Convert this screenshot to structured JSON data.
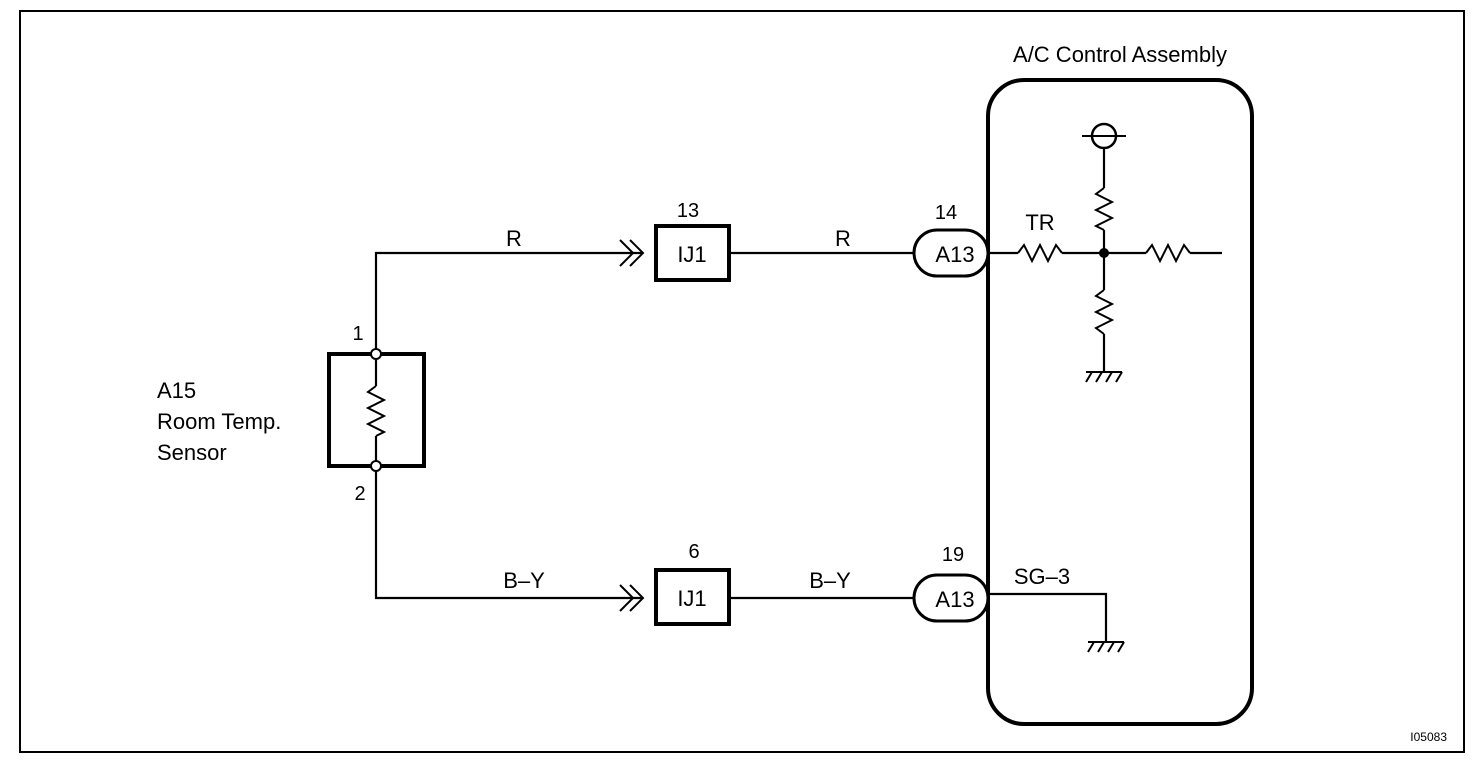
{
  "assembly": {
    "title": "A/C Control Assembly"
  },
  "sensor": {
    "code": "A15",
    "name_line1": "Room Temp.",
    "name_line2": "Sensor",
    "pin_top": "1",
    "pin_bottom": "2"
  },
  "wires": {
    "top_color_1": "R",
    "top_color_2": "R",
    "bottom_color_1": "B–Y",
    "bottom_color_2": "B–Y"
  },
  "junctions": {
    "top": {
      "label": "IJ1",
      "pin": "13"
    },
    "bottom": {
      "label": "IJ1",
      "pin": "6"
    }
  },
  "connectors": {
    "top": {
      "label": "A13",
      "pin": "14"
    },
    "bottom": {
      "label": "A13",
      "pin": "19"
    }
  },
  "terminals": {
    "top": "TR",
    "bottom": "SG–3"
  },
  "figure_code": "I05083"
}
